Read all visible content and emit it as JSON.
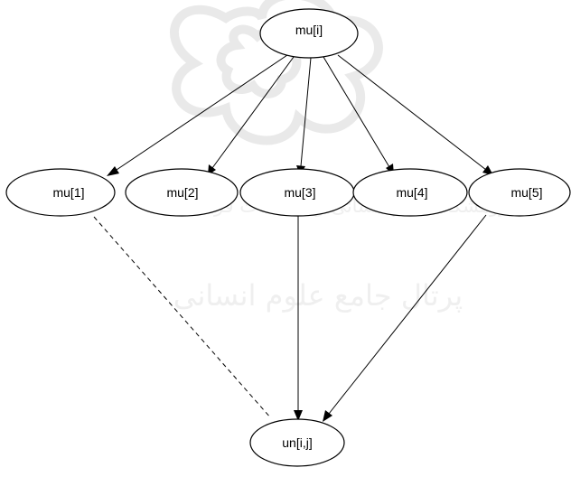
{
  "diagram": {
    "nodes": [
      {
        "id": "mu_i",
        "label": "mu[i]"
      },
      {
        "id": "mu_1",
        "label": "mu[1]"
      },
      {
        "id": "mu_2",
        "label": "mu[2]"
      },
      {
        "id": "mu_3",
        "label": "mu[3]"
      },
      {
        "id": "mu_4",
        "label": "mu[4]"
      },
      {
        "id": "mu_5",
        "label": "mu[5]"
      },
      {
        "id": "un_ij",
        "label": "un[i,j]"
      }
    ],
    "edges": [
      {
        "from": "mu_i",
        "to": "mu_1",
        "style": "solid"
      },
      {
        "from": "mu_i",
        "to": "mu_2",
        "style": "solid"
      },
      {
        "from": "mu_i",
        "to": "mu_3",
        "style": "solid"
      },
      {
        "from": "mu_i",
        "to": "mu_4",
        "style": "solid"
      },
      {
        "from": "mu_i",
        "to": "mu_5",
        "style": "solid"
      },
      {
        "from": "mu_3",
        "to": "un_ij",
        "style": "solid"
      },
      {
        "from": "mu_5",
        "to": "un_ij",
        "style": "solid"
      },
      {
        "from": "mu_1",
        "to": "un_ij",
        "style": "dashed"
      }
    ],
    "watermark": {
      "line1": "پژوهشگاه علوم انسانی و مطالعات فرهنگی",
      "line2": "پرتال جامع علوم انسانی"
    }
  }
}
